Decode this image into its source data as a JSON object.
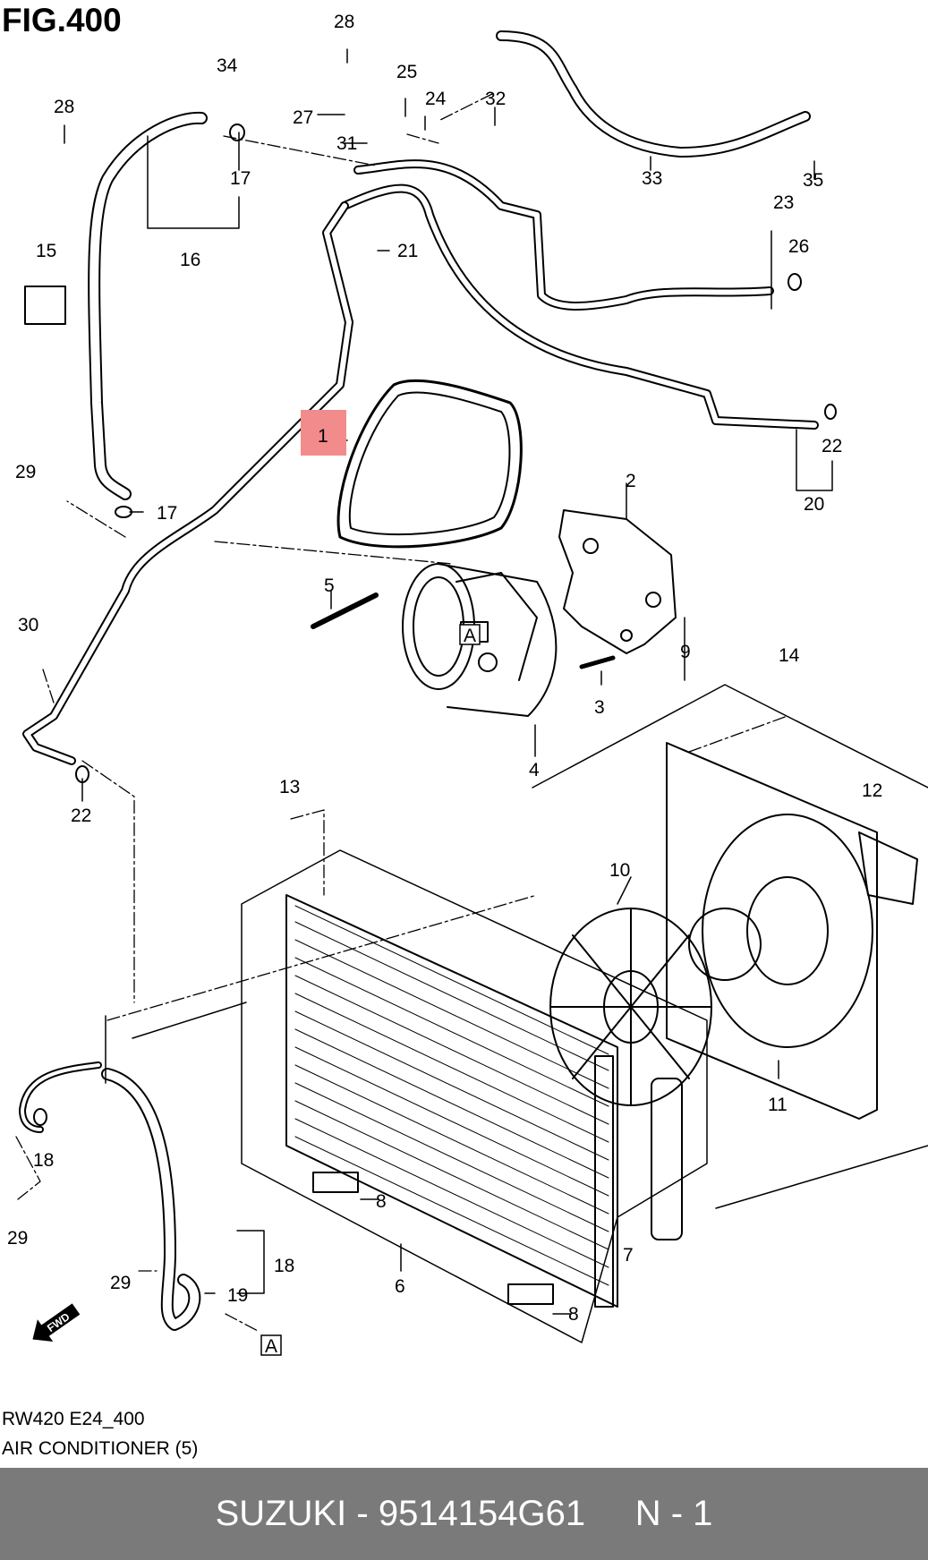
{
  "figure": {
    "title": "FIG.400"
  },
  "callouts": [
    "1",
    "2",
    "3",
    "4",
    "5",
    "6",
    "7",
    "8",
    "8",
    "9",
    "10",
    "11",
    "12",
    "13",
    "14",
    "15",
    "16",
    "17",
    "17",
    "18",
    "18",
    "19",
    "20",
    "21",
    "22",
    "22",
    "23",
    "24",
    "25",
    "26",
    "27",
    "28",
    "28",
    "29",
    "29",
    "29",
    "30",
    "31",
    "32",
    "33",
    "34",
    "35"
  ],
  "reference_markers": [
    "A",
    "A"
  ],
  "fwd_label": "FWD",
  "highlight_color": "#f28b8b",
  "caption": {
    "code": "RW420 E24_400",
    "name": "AIR CONDITIONER (5)"
  },
  "footer": {
    "text": "SUZUKI - 9514154G61     N - 1"
  }
}
